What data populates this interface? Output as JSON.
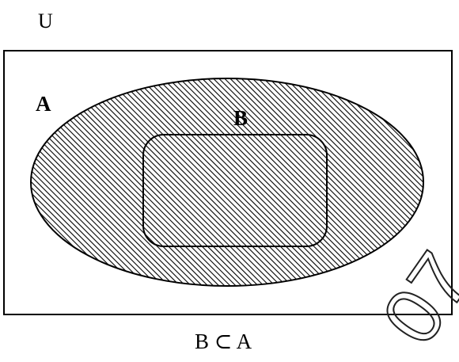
{
  "diagram": {
    "universe_label": "U",
    "set_a_label": "A",
    "set_b_label": "B",
    "caption": "B ⊂ A",
    "watermark": "07",
    "fill_pattern": "diagonal-hatch",
    "colors": {
      "stroke": "#000000",
      "hatch": "#000000",
      "background": "#ffffff"
    }
  }
}
